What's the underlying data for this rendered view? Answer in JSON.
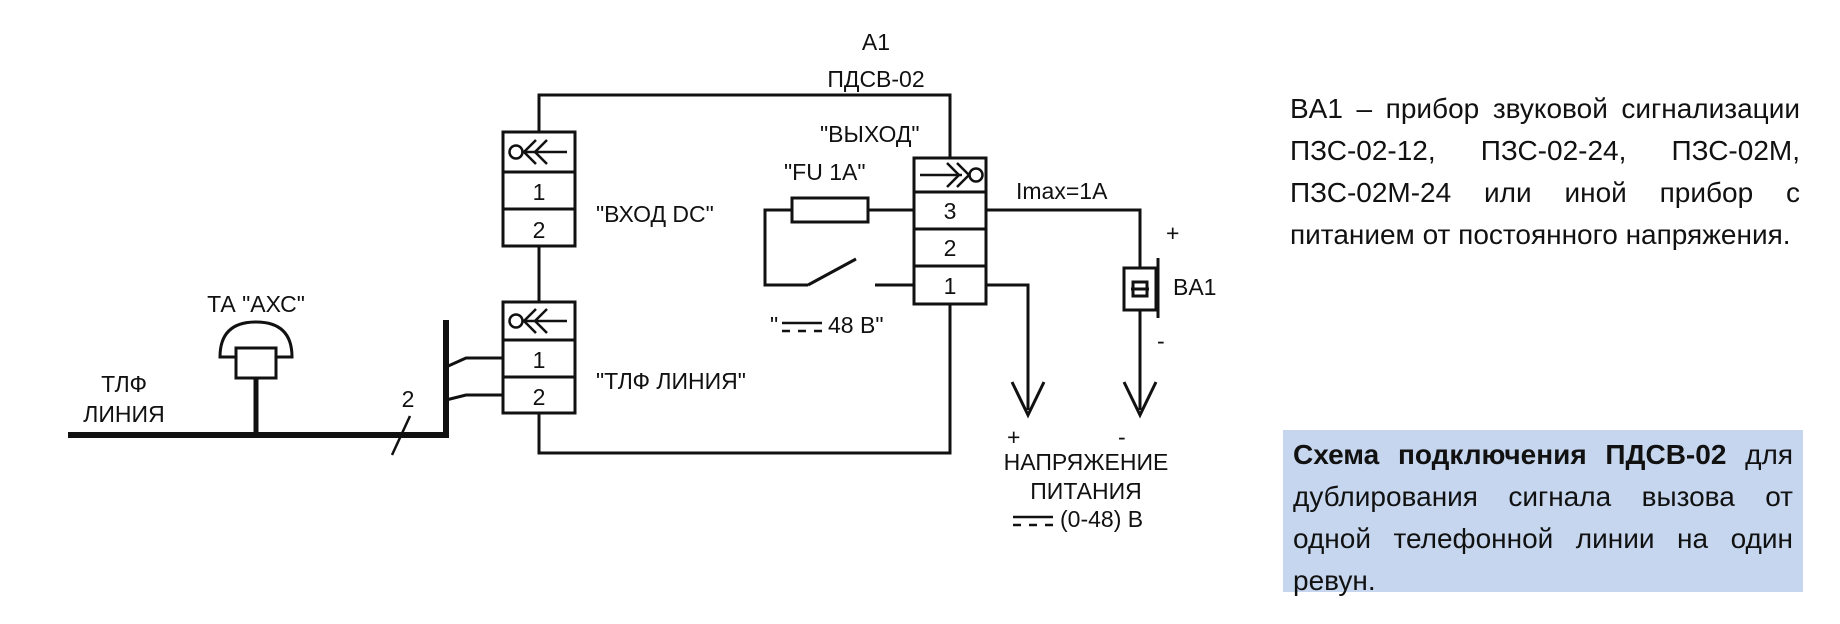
{
  "device": {
    "ref": "A1",
    "model": "ПДСВ-02"
  },
  "connectors": {
    "input_dc": {
      "label": "\"ВХОД DC\"",
      "pins": [
        "1",
        "2"
      ]
    },
    "tlf_line": {
      "label": "\"ТЛФ ЛИНИЯ\"",
      "pins": [
        "1",
        "2"
      ]
    },
    "output": {
      "label": "\"ВЫХОД\"",
      "pins": [
        "3",
        "2",
        "1"
      ]
    }
  },
  "fuse_label": "\"FU 1A\"",
  "relay_label_quote_open": "\"",
  "relay_label_value": "48 В\"",
  "imax_label": "Imax=1A",
  "ba1": {
    "ref": "BA1",
    "plus": "+",
    "minus": "-"
  },
  "phone": {
    "label": "ТА \"АХС\""
  },
  "line": {
    "label_line1": "ТЛФ",
    "label_line2": "ЛИНИЯ",
    "wire_count": "2"
  },
  "supply": {
    "plus": "+",
    "minus": "-",
    "label_line1": "НАПРЯЖЕНИЕ",
    "label_line2": "ПИТАНИЯ",
    "range": "(0-48) В"
  },
  "note": {
    "ref": "BA1",
    "text": "– прибор звуковой сигнализации ПЗС-02-12, ПЗС-02-24, ПЗС-02М, ПЗС-02М-24 или иной прибор с питанием от постоянного напряжения."
  },
  "caption": {
    "bold": "Схема подключения ПДСВ-02",
    "text": "для дублирования сигнала вызова от одной телефонной линии на один ревун."
  }
}
